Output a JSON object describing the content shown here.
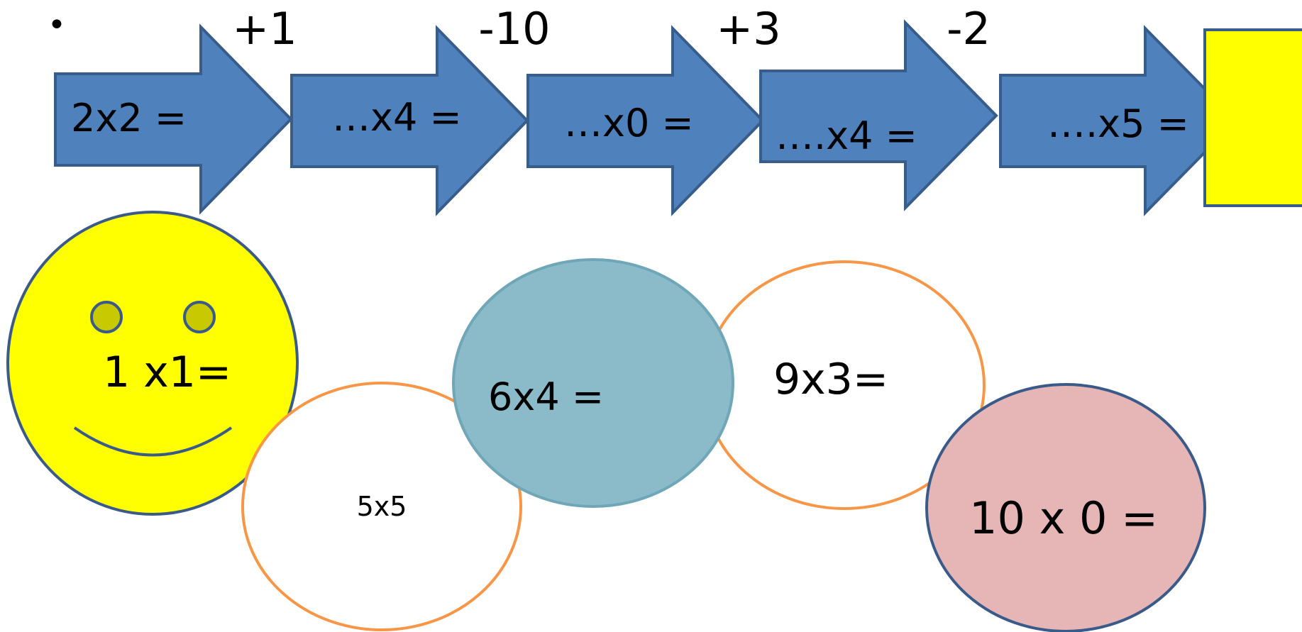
{
  "bullet": "•",
  "operations": [
    "+1",
    "-10",
    "+3",
    "-2"
  ],
  "arrows": [
    "2x2 =",
    "…x4 =",
    "…x0 =",
    "….x4 =",
    "….x5 ="
  ],
  "bubbles": {
    "smiley": "1 x1=",
    "white_left": "5x5",
    "teal": "6x4 =",
    "white_right": "9x3=",
    "pink": "10 x 0 ="
  },
  "colors": {
    "arrow_fill": "#4f81bd",
    "arrow_stroke": "#385d8a",
    "answer_box": "#ffff00",
    "smiley_face": "#ffff00",
    "smiley_eyes": "#c9c900",
    "bubble_orange_outline": "#f79646",
    "bubble_teal": "#8bbbc9",
    "bubble_pink": "#e6b5b5",
    "outline_dark": "#3a5a8a"
  },
  "icons": {
    "arrows": "right-arrow-shape",
    "answer_box": "empty-rectangle",
    "smiley": "smiley-face"
  }
}
